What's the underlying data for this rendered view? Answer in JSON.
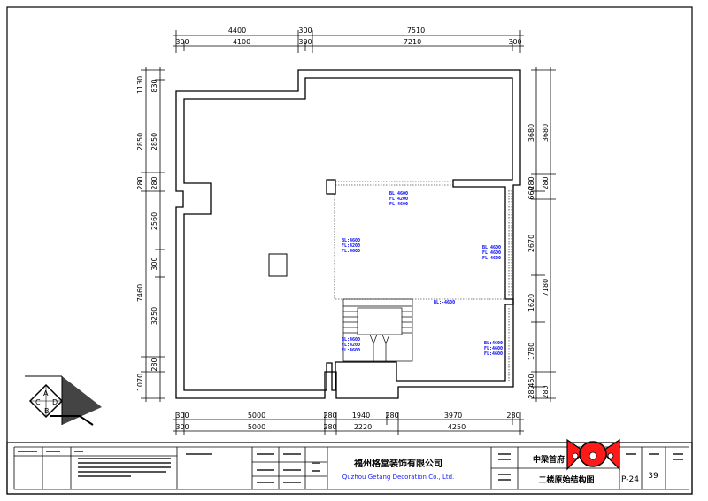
{
  "plan": {
    "top_dims_outer": [
      "4400",
      "300",
      "7510"
    ],
    "top_dims_inner": [
      "300",
      "4100",
      "300",
      "7210",
      "300"
    ],
    "bottom_dims_inner": [
      "300",
      "5000",
      "280",
      "1940",
      "280",
      "3970",
      "280"
    ],
    "bottom_dims_outer": [
      "300",
      "5000",
      "280",
      "2220",
      "4250"
    ],
    "left_dims_outer": [
      "1130",
      "2850",
      "280",
      "7460",
      "1070"
    ],
    "left_dims_inner": [
      "830",
      "2850",
      "280",
      "2560",
      "300",
      "3250",
      "280"
    ],
    "right_dims_inner": [
      "3680",
      "660",
      "280",
      "2670",
      "1620",
      "1780",
      "280",
      "450"
    ],
    "right_dims_outer": [
      "3680",
      "280",
      "7180",
      "280"
    ],
    "ceiling_labels": [
      {
        "l1": "BL:4600",
        "l2": "FL:4200",
        "l3": "FL:4600"
      },
      {
        "l1": "BL:4600",
        "l2": "FL:4200",
        "l3": "FL:4600"
      },
      {
        "l1": "BL:4600",
        "l2": "FL:4600",
        "l3": "FL:4600"
      },
      {
        "l1": "BL:4600",
        "l2": "FL:4200",
        "l3": "FL:4600"
      },
      {
        "l1": "BL:4600",
        "l2": "FL:4600",
        "l3": "FL:4600"
      }
    ],
    "beam_label": "BL:-4600",
    "compass": [
      "A",
      "B",
      "C",
      "D"
    ]
  },
  "title_block": {
    "company_cn": "福州格堂装饰有限公司",
    "company_en": "Quzhou Getang Decoration Co., Ltd.",
    "project_name": "中梁首府",
    "drawing_name": "二楼原始结构图",
    "drawing_no": "P-24",
    "page_no": "39"
  },
  "colors": {
    "line": "#000000",
    "dim_text": "#0000ff",
    "badge": "#ff0000"
  }
}
